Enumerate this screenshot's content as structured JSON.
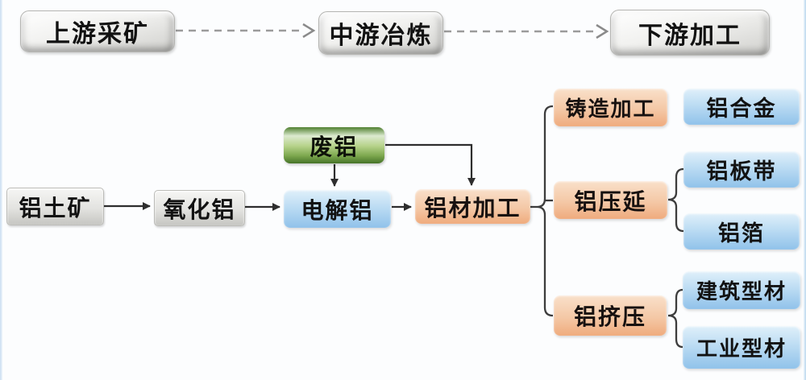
{
  "palette": {
    "stage_box_gray": "#e7e7e5",
    "material_gray": "#dededb",
    "process_blue": "#9ecdec",
    "scrap_green": "#7fa950",
    "processing_peach": "#f2c4a0",
    "solid_arrow": "#2e2e2e",
    "dashed_arrow": "#9b9b9b",
    "edge_line_blue": "#c9ddf0"
  },
  "nodes": {
    "upstream": {
      "label": "上游采矿"
    },
    "midstream": {
      "label": "中游冶炼"
    },
    "downstream": {
      "label": "下游加工"
    },
    "bauxite": {
      "label": "铝土矿"
    },
    "alumina": {
      "label": "氧化铝"
    },
    "electrolytic": {
      "label": "电解铝"
    },
    "scrap": {
      "label": "废铝"
    },
    "processing": {
      "label": "铝材加工"
    },
    "casting": {
      "label": "铸造加工"
    },
    "rolling": {
      "label": "铝压延"
    },
    "extrusion": {
      "label": "铝挤压"
    },
    "alloy": {
      "label": "铝合金"
    },
    "sheet": {
      "label": "铝板带"
    },
    "foil": {
      "label": "铝箔"
    },
    "construction": {
      "label": "建筑型材"
    },
    "industrial": {
      "label": "工业型材"
    }
  }
}
